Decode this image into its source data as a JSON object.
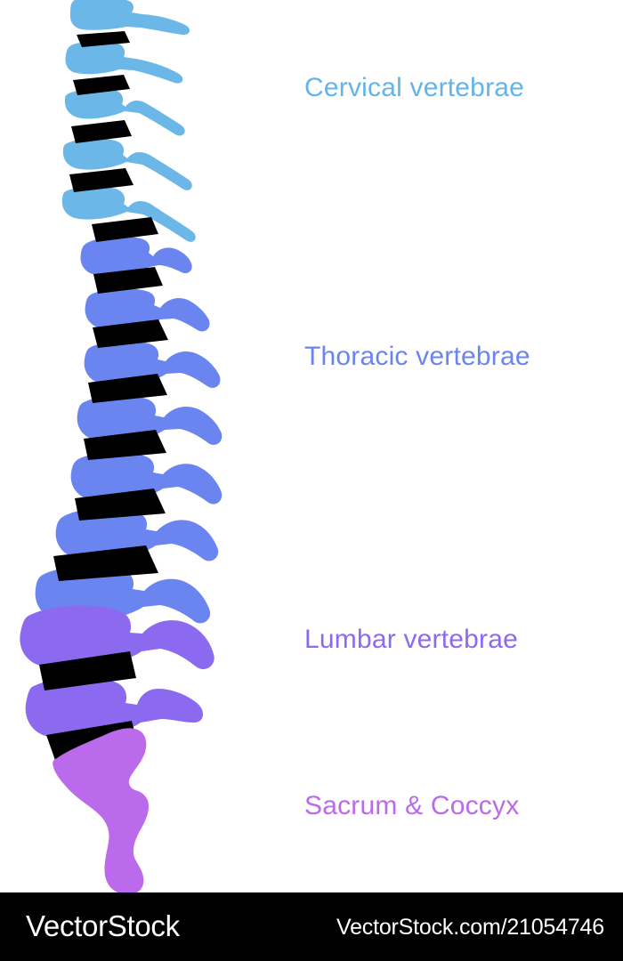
{
  "illustration": {
    "name": "human-spine-lateral-view",
    "colors": {
      "cervical": "#6BB7E8",
      "thoracic": "#6B85F0",
      "lumbar": "#8C6AF0",
      "sacrum": "#BB6AEC",
      "disc": "#000000",
      "background": "#FFFFFF"
    }
  },
  "labels": [
    {
      "id": "cervical",
      "text": "Cervical vertebrae",
      "color": "#63B4E8"
    },
    {
      "id": "thoracic",
      "text": "Thoracic vertebrae",
      "color": "#6B85F0"
    },
    {
      "id": "lumbar",
      "text": "Lumbar vertebrae",
      "color": "#8C6AF0"
    },
    {
      "id": "sacrum",
      "text": "Sacrum & Coccyx",
      "color": "#BB6AEC"
    }
  ],
  "watermark": {
    "brand": "VectorStock",
    "url": "VectorStock.com/21054746",
    "background": "#000000",
    "text_color": "#FFFFFF"
  }
}
